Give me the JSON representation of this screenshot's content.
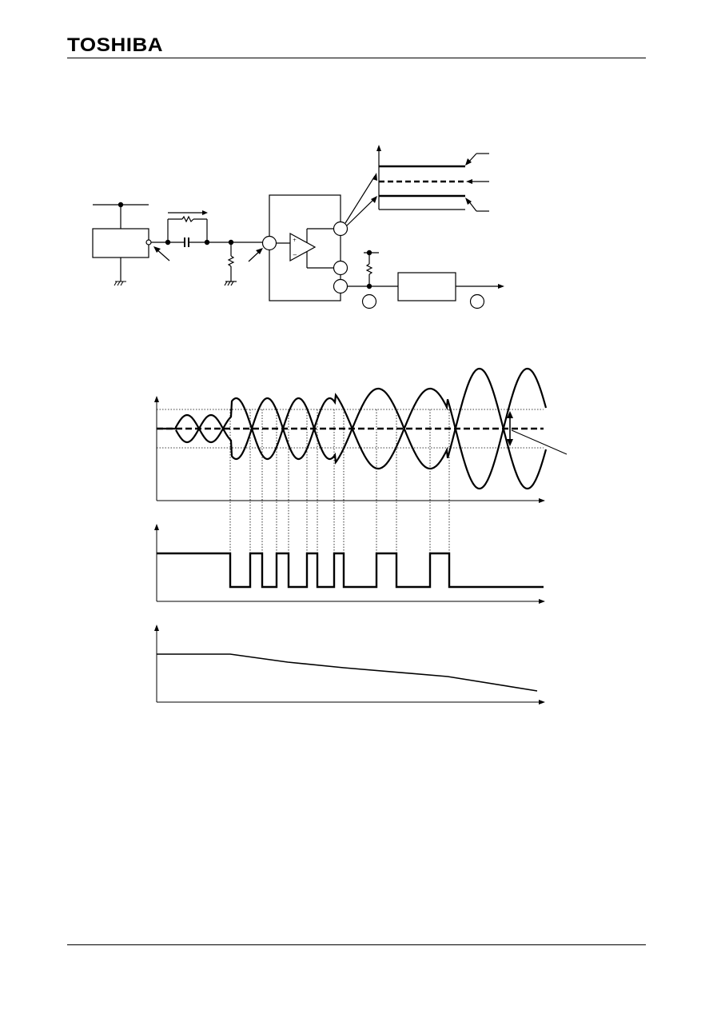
{
  "header": {
    "brand": "TOSHIBA"
  },
  "colors": {
    "ink": "#000000",
    "paper": "#ffffff"
  },
  "figures": [
    {
      "name": "application-circuit-block-diagram",
      "labels": []
    },
    {
      "name": "timing-waveform-diagram",
      "panels": 3,
      "labels": []
    }
  ]
}
